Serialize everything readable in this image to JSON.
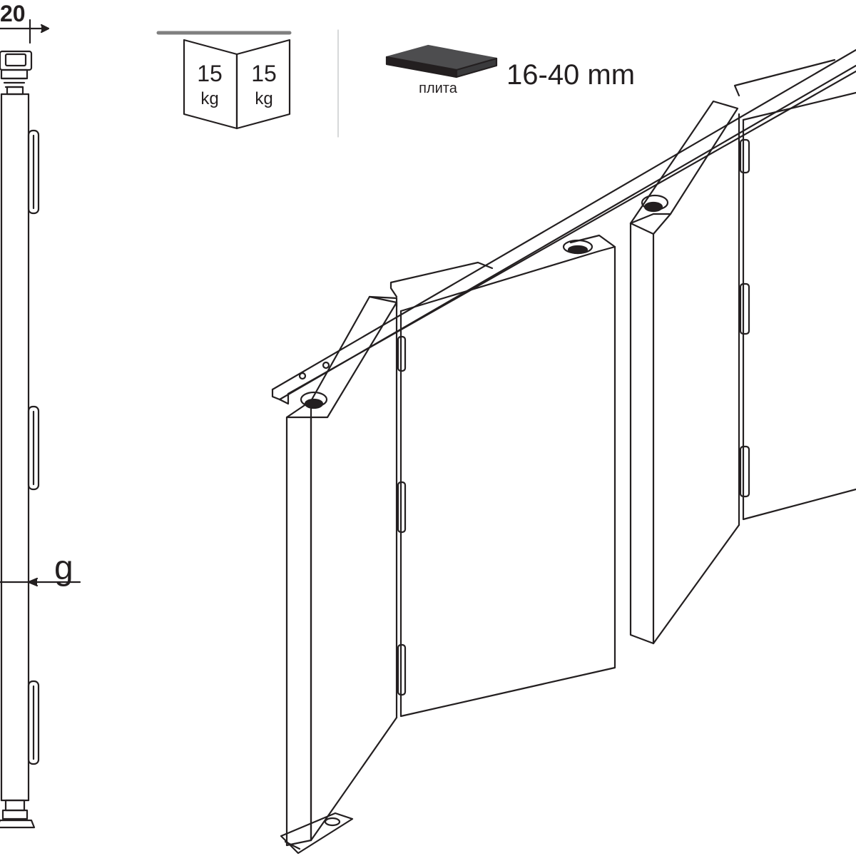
{
  "dimension_top": "20",
  "dimension_gap": "g",
  "weight_left": {
    "value": "15",
    "unit": "kg"
  },
  "weight_right": {
    "value": "15",
    "unit": "kg"
  },
  "board_label": "плита",
  "thickness_range": "16-40 mm",
  "colors": {
    "line": "#231f20",
    "board_fill": "#58595b",
    "board_top": "#4d4d4f",
    "bar": "#808080"
  }
}
